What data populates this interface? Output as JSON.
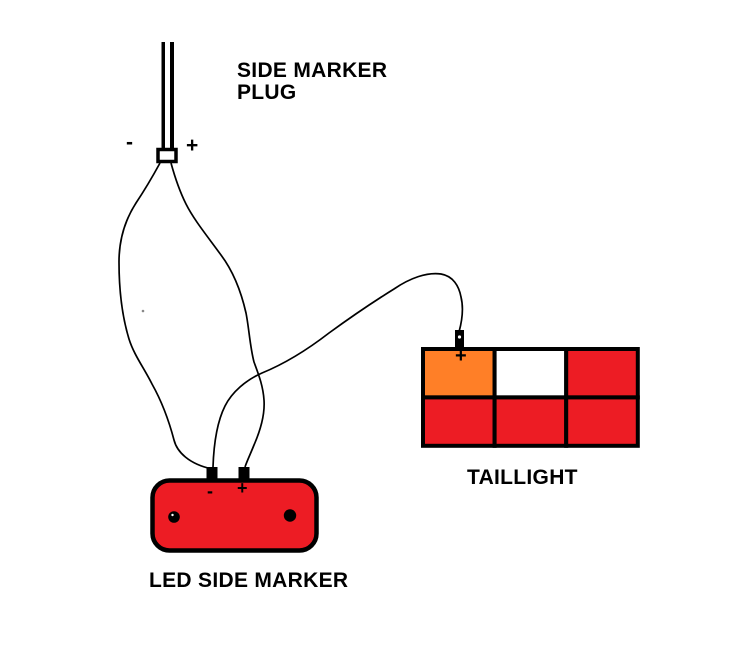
{
  "diagram": {
    "plug": {
      "label": "SIDE MARKER\nPLUG",
      "minus_sign": "-",
      "plus_sign": "+"
    },
    "taillight": {
      "label": "TAILLIGHT",
      "plus_sign": "+",
      "cell_fills": [
        "#FF7F27",
        "#FFFFFF",
        "#ED1C24",
        "#ED1C24",
        "#ED1C24",
        "#ED1C24"
      ]
    },
    "led_marker": {
      "label": "LED SIDE MARKER",
      "minus_sign": "-",
      "plus_sign": "+",
      "body_color": "#ED1C24"
    },
    "colors": {
      "outline": "#000000",
      "background": "#FFFFFF",
      "red": "#ED1C24",
      "orange": "#FF7F27",
      "wire": "#000000"
    }
  }
}
